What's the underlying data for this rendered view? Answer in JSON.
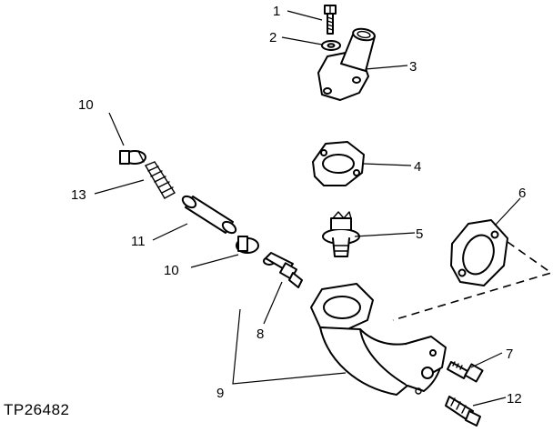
{
  "figure_id": "TP26482",
  "callouts": {
    "c1": "1",
    "c2": "2",
    "c3": "3",
    "c4": "4",
    "c5": "5",
    "c6": "6",
    "c7": "7",
    "c8": "8",
    "c9": "9",
    "c10a": "10",
    "c10b": "10",
    "c11": "11",
    "c12": "12",
    "c13": "13"
  }
}
